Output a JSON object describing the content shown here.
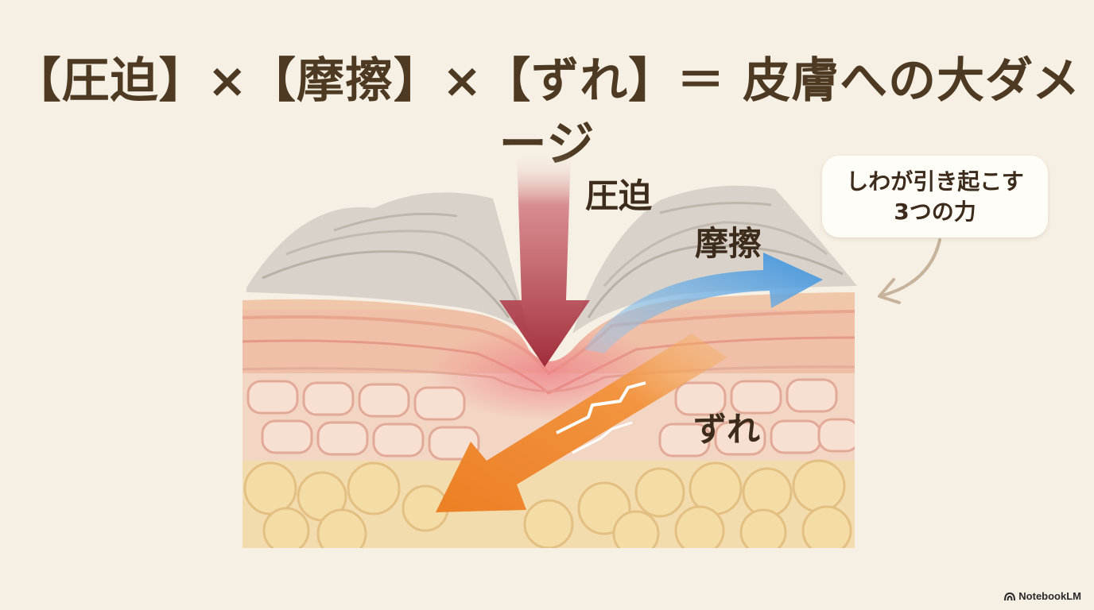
{
  "title": "【圧迫】×【摩擦】×【ずれ】＝ 皮膚への大ダメージ",
  "forces": {
    "pressure": "圧迫",
    "friction": "摩擦",
    "shear": "ずれ"
  },
  "callout": "しわが引き起こす\n3つの力",
  "watermark": "NotebookLM",
  "colors": {
    "background": "#f6f0e4",
    "pressure_arrow": "#a8323f",
    "friction_arrow": "#4a9ee0",
    "shear_arrow": "#ef8a2e",
    "title_text": "#4e3a23"
  }
}
